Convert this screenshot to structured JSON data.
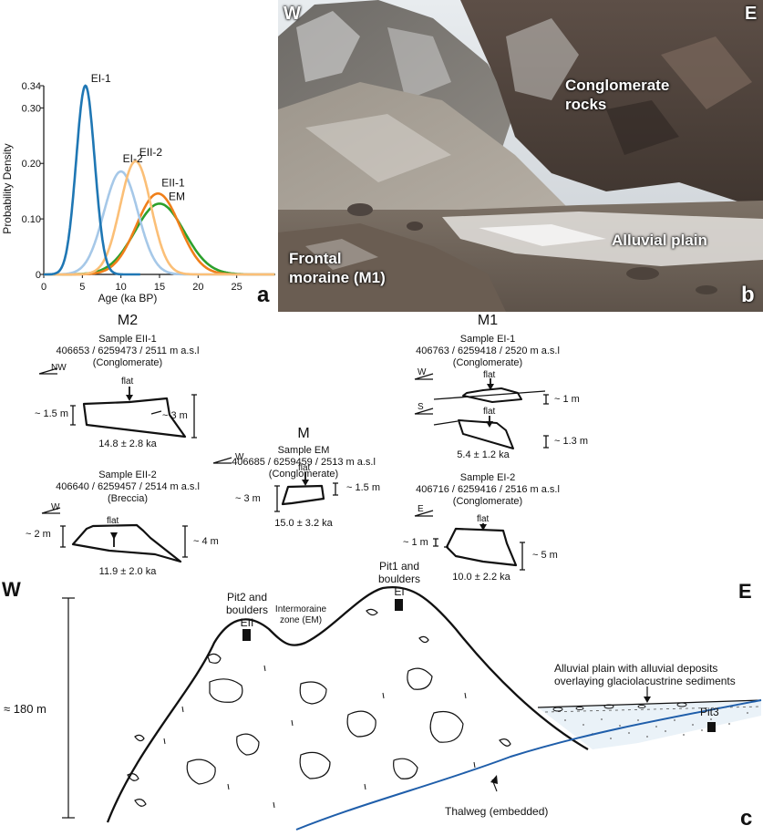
{
  "panel_a": {
    "letter": "a",
    "chart_data": {
      "type": "line",
      "xlabel": "Age (ka BP)",
      "ylabel": "Probability Density",
      "xlim": [
        0,
        30
      ],
      "ylim": [
        0,
        0.34
      ],
      "xticks": [
        0,
        5,
        10,
        15,
        20,
        25
      ],
      "yticks": [
        0,
        0.1,
        0.2,
        0.3,
        0.34
      ],
      "ytick_labels": [
        "0",
        "0.10",
        "0.20",
        "0.30",
        "0.34"
      ],
      "series": [
        {
          "name": "EI-1",
          "mean": 5.4,
          "sd": 1.2,
          "color": "#1f77b4"
        },
        {
          "name": "EI-2",
          "mean": 10.0,
          "sd": 2.2,
          "color": "#a6c8e8"
        },
        {
          "name": "EII-2",
          "mean": 11.9,
          "sd": 2.0,
          "color": "#fbbf77"
        },
        {
          "name": "EII-1",
          "mean": 14.8,
          "sd": 2.8,
          "color": "#f07f1a"
        },
        {
          "name": "EM",
          "mean": 15.0,
          "sd": 3.2,
          "color": "#2ca02c"
        }
      ]
    }
  },
  "panel_b": {
    "letter": "b",
    "labels": {
      "w": "W",
      "e": "E",
      "conglomerate_1": "Conglomerate",
      "conglomerate_2": "rocks",
      "alluvial": "Alluvial plain",
      "frontal_1": "Frontal",
      "frontal_2": "moraine (M1)"
    }
  },
  "boulders": {
    "m2_title": "M2",
    "m_title": "M",
    "m1_title": "M1",
    "flat": "flat",
    "eii1": {
      "sample": "Sample EII-1",
      "coords": "406653 / 6259473 / 2511 m a.s.l",
      "rock": "(Conglomerate)",
      "dir": "NW",
      "h_left": "~ 1.5 m",
      "h_right": "~ 3 m",
      "age": "14.8 ± 2.8 ka"
    },
    "eii2": {
      "sample": "Sample EII-2",
      "coords": "406640 / 6259457 / 2514 m a.s.l",
      "rock": "(Breccia)",
      "dir": "W",
      "h_left": "~ 2 m",
      "h_right": "~ 4 m",
      "age": "11.9 ± 2.0 ka"
    },
    "em": {
      "sample": "Sample EM",
      "coords": "406685 / 6259459 / 2513 m a.s.l",
      "rock": "(Conglomerate)",
      "dir": "W",
      "h_left": "~ 3 m",
      "h_right": "~ 1.5 m",
      "age": "15.0 ± 3.2 ka"
    },
    "ei1": {
      "sample": "Sample EI-1",
      "coords": "406763 / 6259418 / 2520 m a.s.l",
      "rock": "(Conglomerate)",
      "dir1": "W",
      "dir2": "S",
      "h1": "~ 1 m",
      "h2": "~ 1.3 m",
      "age": "5.4 ± 1.2 ka"
    },
    "ei2": {
      "sample": "Sample EI-2",
      "coords": "406716 / 6259416 / 2516 m a.s.l",
      "rock": "(Conglomerate)",
      "dir": "E",
      "h_left": "~ 1 m",
      "h_right": "~ 5 m",
      "age": "10.0 ± 2.2 ka"
    }
  },
  "panel_c": {
    "letter": "c",
    "w": "W",
    "e": "E",
    "height": "≈ 180 m",
    "pit2_1": "Pit2 and",
    "pit2_2": "boulders",
    "pit2_3": "EII",
    "pit1_1": "Pit1 and",
    "pit1_2": "boulders",
    "pit1_3": "EI",
    "intermoraine_1": "Intermoraine",
    "intermoraine_2": "zone (EM)",
    "alluvial_1": "Alluvial plain with alluvial deposits",
    "alluvial_2": "overlaying glaciolacustrine sediments",
    "pit3": "Pit3",
    "thalweg": "Thalweg (embedded)"
  }
}
